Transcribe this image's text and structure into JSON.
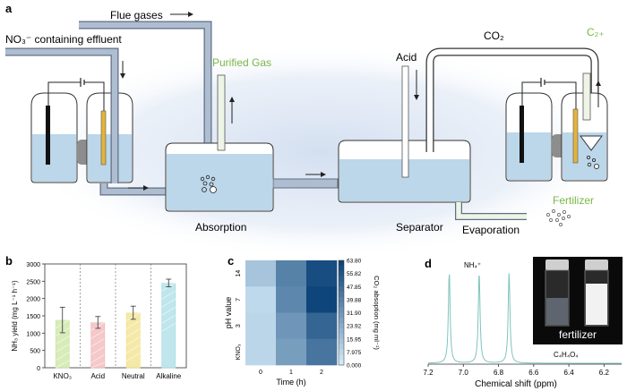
{
  "panel_a": {
    "letter": "a",
    "flue_gases": "Flue gases",
    "effluent": "NO₃⁻ containing effluent",
    "purified_gas": "Purified Gas",
    "absorption": "Absorption",
    "acid": "Acid",
    "co2": "CO₂",
    "separator": "Separator",
    "evaporation": "Evaporation",
    "fertilizer": "Fertilizer",
    "c2plus": "C₂₊",
    "colors": {
      "green_text": "#7ab648",
      "liquid": "#bcd6ea",
      "tube": "#aebdd0",
      "glow": "#dce6f2"
    }
  },
  "panel_b": {
    "letter": "b"
  },
  "panel_c": {
    "letter": "c"
  },
  "panel_d": {
    "letter": "d",
    "photo_label": "fertilizer",
    "peak_label": "NH₄⁺",
    "compound_label": "C₄H₄O₄"
  },
  "chart_data": [
    {
      "type": "bar",
      "categories": [
        "KNO₃",
        "Acid",
        "Neutral",
        "Alkaline"
      ],
      "values": [
        1380,
        1310,
        1590,
        2450
      ],
      "errors": [
        370,
        170,
        190,
        110
      ],
      "colors": [
        "#c9e6a3",
        "#f2b6b8",
        "#f0e28a",
        "#a9dde6"
      ],
      "ylabel": "NH₃ yield (mg L⁻¹ h⁻¹)",
      "ylim": [
        0,
        3000
      ],
      "yticks": [
        0,
        500,
        1000,
        1500,
        2000,
        2500,
        3000
      ]
    },
    {
      "type": "heatmap",
      "x_categories": [
        "0",
        "1",
        "2"
      ],
      "y_categories": [
        "14",
        "7",
        "3",
        "KNO₃"
      ],
      "values": [
        [
          15.0,
          39.5,
          59.0
        ],
        [
          7.0,
          37.5,
          62.0
        ],
        [
          8.0,
          32.0,
          50.0
        ],
        [
          8.0,
          29.0,
          44.0
        ]
      ],
      "xlabel": "Time (h)",
      "ylabel": "pH value",
      "colorbar_label": "CO₂ absoption (mg ml⁻¹)",
      "colorbar_ticks": [
        "63.80",
        "55.82",
        "47.85",
        "39.88",
        "31.90",
        "23.92",
        "15.95",
        "7.975",
        "0.000"
      ],
      "range": [
        0,
        63.8
      ]
    },
    {
      "type": "line",
      "xlabel": "Chemical shift (ppm)",
      "xticks": [
        "7.2",
        "7.0",
        "6.8",
        "6.6",
        "6.4",
        "6.2"
      ],
      "xlim": [
        7.2,
        6.1
      ],
      "peaks": [
        7.08,
        6.91,
        6.74
      ],
      "color": "#7fc4bd"
    }
  ]
}
